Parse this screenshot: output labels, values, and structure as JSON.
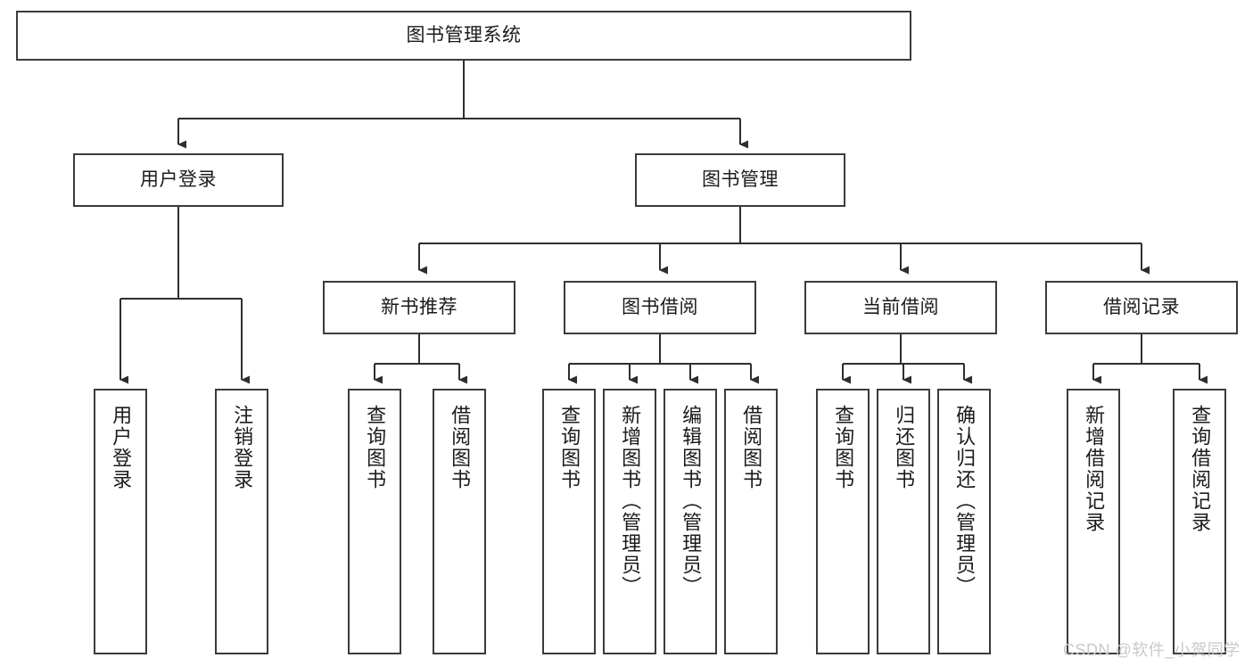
{
  "diagram": {
    "type": "tree-hierarchy-chart",
    "title": "图书管理系统",
    "colors": {
      "border": "#3b3b3b",
      "text": "#1b1b1b",
      "background": "#ffffff",
      "edge": "#2e2e2e",
      "watermark": "#c9c9c9"
    },
    "levels": [
      {
        "level": 0,
        "nodes": [
          {
            "id": "root",
            "label": "图书管理系统",
            "orientation": "horizontal"
          }
        ]
      },
      {
        "level": 1,
        "nodes": [
          {
            "id": "login",
            "label": "用户登录",
            "orientation": "horizontal",
            "parent": "root"
          },
          {
            "id": "bookmgmt",
            "label": "图书管理",
            "orientation": "horizontal",
            "parent": "root"
          }
        ]
      },
      {
        "level": 2,
        "nodes": [
          {
            "id": "newbook",
            "label": "新书推荐",
            "orientation": "horizontal",
            "parent": "bookmgmt"
          },
          {
            "id": "borrow",
            "label": "图书借阅",
            "orientation": "horizontal",
            "parent": "bookmgmt"
          },
          {
            "id": "current",
            "label": "当前借阅",
            "orientation": "horizontal",
            "parent": "bookmgmt"
          },
          {
            "id": "records",
            "label": "借阅记录",
            "orientation": "horizontal",
            "parent": "bookmgmt"
          }
        ]
      },
      {
        "level": 3,
        "nodes": [
          {
            "id": "leaf1",
            "label": "用户登录",
            "orientation": "vertical",
            "parent": "login"
          },
          {
            "id": "leaf2",
            "label": "注销登录",
            "orientation": "vertical",
            "parent": "login"
          },
          {
            "id": "leaf3",
            "label": "查询图书",
            "orientation": "vertical",
            "parent": "newbook"
          },
          {
            "id": "leaf4",
            "label": "借阅图书",
            "orientation": "vertical",
            "parent": "newbook"
          },
          {
            "id": "leaf5",
            "label": "查询图书",
            "orientation": "vertical",
            "parent": "borrow"
          },
          {
            "id": "leaf6",
            "label": "新增图书（管理员）",
            "orientation": "vertical",
            "parent": "borrow"
          },
          {
            "id": "leaf7",
            "label": "编辑图书（管理员）",
            "orientation": "vertical",
            "parent": "borrow"
          },
          {
            "id": "leaf8",
            "label": "借阅图书",
            "orientation": "vertical",
            "parent": "borrow"
          },
          {
            "id": "leaf9",
            "label": "查询图书",
            "orientation": "vertical",
            "parent": "current"
          },
          {
            "id": "leaf10",
            "label": "归还图书",
            "orientation": "vertical",
            "parent": "current"
          },
          {
            "id": "leaf11",
            "label": "确认归还（管理员）",
            "orientation": "vertical",
            "parent": "current"
          },
          {
            "id": "leaf12",
            "label": "新增借阅记录",
            "orientation": "vertical",
            "parent": "records"
          },
          {
            "id": "leaf13",
            "label": "查询借阅记录",
            "orientation": "vertical",
            "parent": "records"
          }
        ]
      }
    ]
  },
  "watermark": {
    "text": "CSDN @软件_小贺同学"
  }
}
